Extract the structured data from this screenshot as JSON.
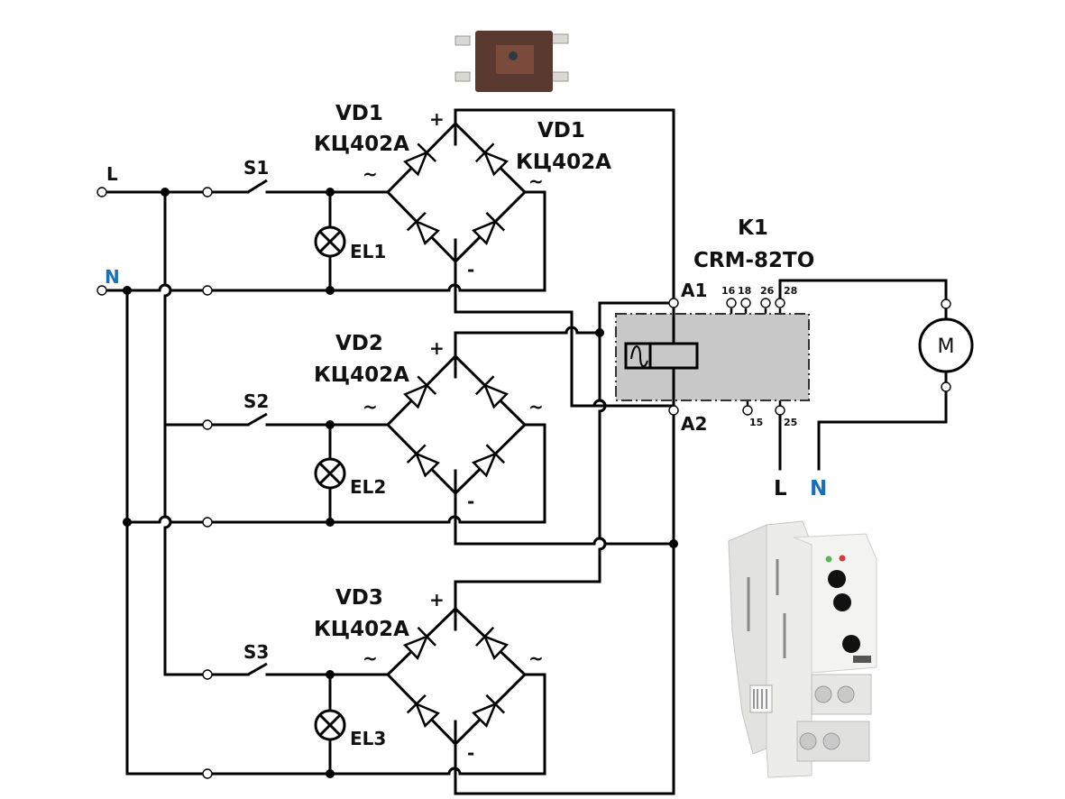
{
  "title": "Three-switch rectifier bridge circuit with CRM-82TO time relay",
  "supply": {
    "line_label": "L",
    "neutral_label": "N",
    "neutral_color": "#1a6fba"
  },
  "switches": [
    {
      "label": "S1"
    },
    {
      "label": "S2"
    },
    {
      "label": "S3"
    }
  ],
  "lamps": [
    {
      "label": "EL1"
    },
    {
      "label": "EL2"
    },
    {
      "label": "EL3"
    }
  ],
  "bridges": [
    {
      "ref": "VD1",
      "part": "КЦ402А",
      "plus": "+",
      "minus": "-",
      "ac_left": "~",
      "ac_right": "~"
    },
    {
      "ref": "VD2",
      "part": "КЦ402А",
      "plus": "+",
      "minus": "-",
      "ac_left": "~",
      "ac_right": "~"
    },
    {
      "ref": "VD3",
      "part": "КЦ402А",
      "plus": "+",
      "minus": "-",
      "ac_left": "~",
      "ac_right": "~"
    }
  ],
  "bridge_extra_label": {
    "ref": "VD1",
    "part": "КЦ402А"
  },
  "relay": {
    "ref": "K1",
    "model": "CRM-82TO",
    "coil_terminals": [
      "A1",
      "A2"
    ],
    "contact_terminals_top": [
      "16",
      "18",
      "26",
      "28"
    ],
    "contact_terminals_bottom": [
      "15",
      "25"
    ],
    "output_line_label": "L",
    "output_neutral_label": "N"
  },
  "motor": {
    "label": "M"
  },
  "photos": [
    {
      "name": "bridge-rectifier-photo",
      "description": "КЦ402А rectifier module"
    },
    {
      "name": "relay-photo",
      "description": "CRM-82TO DIN-rail time relay"
    }
  ]
}
